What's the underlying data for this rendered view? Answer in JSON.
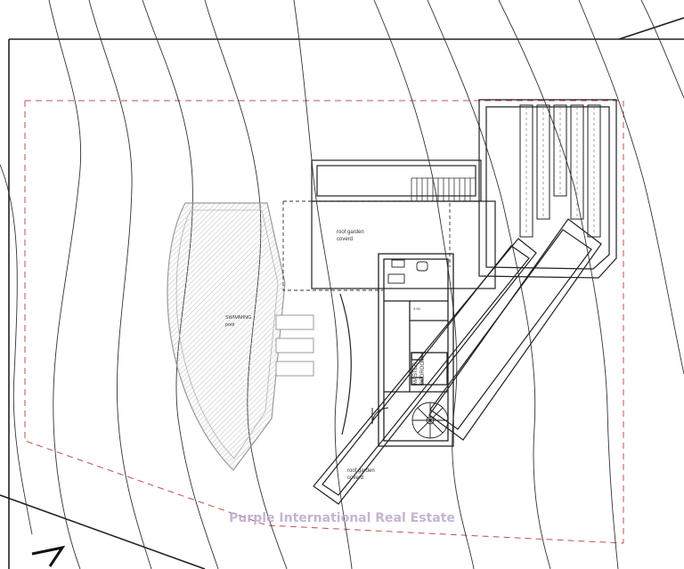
{
  "labels": {
    "roof_garden_top_line1": "roof garden",
    "roof_garden_top_line2": "coverd",
    "pool_line1": "SWIMMING",
    "pool_line2": "pool",
    "master_line1": "MASTER",
    "master_line2": "BEDROOM",
    "roof_garden_bottom_line1": "roof garden",
    "roof_garden_bottom_line2": "coverd",
    "small_dim": "3.00"
  },
  "watermark": "Purple International Real Estate",
  "colors": {
    "line": "#222222",
    "boundary_dash": "#c05050",
    "pool_fill": "#d8d8d8",
    "watermark": "#b9a9c8"
  }
}
